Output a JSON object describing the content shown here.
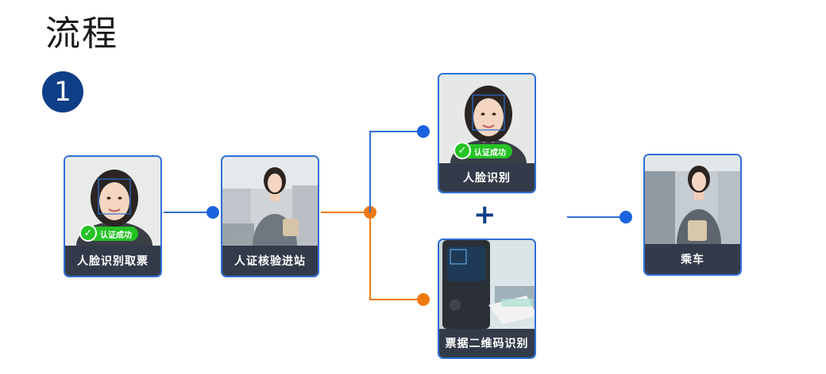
{
  "page": {
    "title": "流程",
    "step_number": "1"
  },
  "cards": {
    "face_ticket": {
      "caption": "人脸识别取票",
      "badge": "认证成功"
    },
    "id_verify": {
      "caption": "人证核验进站"
    },
    "face_recog": {
      "caption": "人脸识别",
      "badge": "认证成功"
    },
    "qr_recog": {
      "caption": "票据二维码识别"
    },
    "ride": {
      "caption": "乘车"
    }
  },
  "plus_sign": "+",
  "colors": {
    "blue_line": "#2f6fd6",
    "orange_line": "#f07a12",
    "step_badge": "#0d3e86",
    "caption_bg": "#333b4a",
    "success_green": "#24c324"
  }
}
